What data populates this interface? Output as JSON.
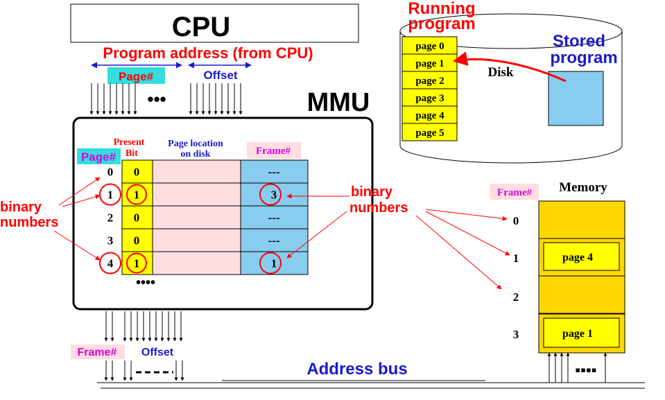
{
  "cpu": {
    "label": "CPU"
  },
  "program_address": {
    "title": "Program address (from CPU)",
    "page_label": "Page#",
    "offset_label": "Offset"
  },
  "mmu": {
    "title": "MMU",
    "col_page": "Page#",
    "col_present": [
      "Present",
      "Bit"
    ],
    "col_location": [
      "Page location",
      "on disk"
    ],
    "col_frame": "Frame#",
    "rows": [
      {
        "page": "0",
        "present": "0",
        "frame": "---"
      },
      {
        "page": "1",
        "present": "1",
        "frame": "3"
      },
      {
        "page": "2",
        "present": "0",
        "frame": "---"
      },
      {
        "page": "3",
        "present": "0",
        "frame": "---"
      },
      {
        "page": "4",
        "present": "1",
        "frame": "1"
      }
    ],
    "ellipsis": "••••"
  },
  "disk": {
    "running_label": [
      "Running",
      "program"
    ],
    "stored_label": [
      "Stored",
      "program"
    ],
    "disk_label": "Disk",
    "pages": [
      "page 0",
      "page 1",
      "page 2",
      "page 3",
      "page 4",
      "page 5"
    ]
  },
  "memory": {
    "title": "Memory",
    "frame_label": "Frame#",
    "frames": [
      "0",
      "1",
      "2",
      "3"
    ],
    "contents": {
      "1": "page 4",
      "3": "page 1"
    }
  },
  "annotations": {
    "binary_left": [
      "binary",
      "numbers"
    ],
    "binary_right": [
      "binary",
      "numbers"
    ]
  },
  "bus": {
    "frame_label": "Frame#",
    "offset_label": "Offset",
    "address_bus": "Address bus"
  },
  "colors": {
    "red": "#ff0000",
    "blue": "#1a1acc",
    "cyan": "#33dddd",
    "yellow": "#ffff00",
    "pink": "#ffdde0",
    "lightblue": "#88ccee",
    "gold": "#ffd700",
    "magenta": "#dd00dd"
  }
}
